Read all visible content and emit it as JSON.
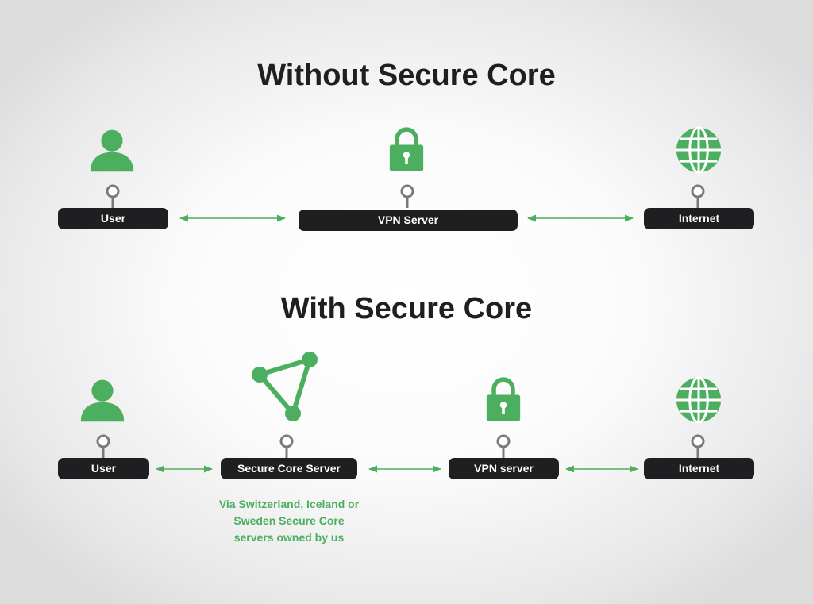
{
  "colors": {
    "accent_green": "#4caf60",
    "node_dark": "#1f1f21",
    "connector_gray": "#7a7a7a"
  },
  "without": {
    "title": "Without Secure Core",
    "nodes": [
      {
        "label": "User",
        "icon": "user-icon"
      },
      {
        "label": "VPN Server",
        "icon": "lock-icon"
      },
      {
        "label": "Internet",
        "icon": "globe-icon"
      }
    ]
  },
  "with": {
    "title": "With Secure Core",
    "nodes": [
      {
        "label": "User",
        "icon": "user-icon"
      },
      {
        "label": "Secure Core Server",
        "icon": "triangle-network-icon"
      },
      {
        "label": "VPN server",
        "icon": "lock-icon"
      },
      {
        "label": "Internet",
        "icon": "globe-icon"
      }
    ],
    "note_lines": [
      "Via Switzerland, Iceland or",
      "Sweden Secure Core",
      "servers owned by us"
    ]
  }
}
